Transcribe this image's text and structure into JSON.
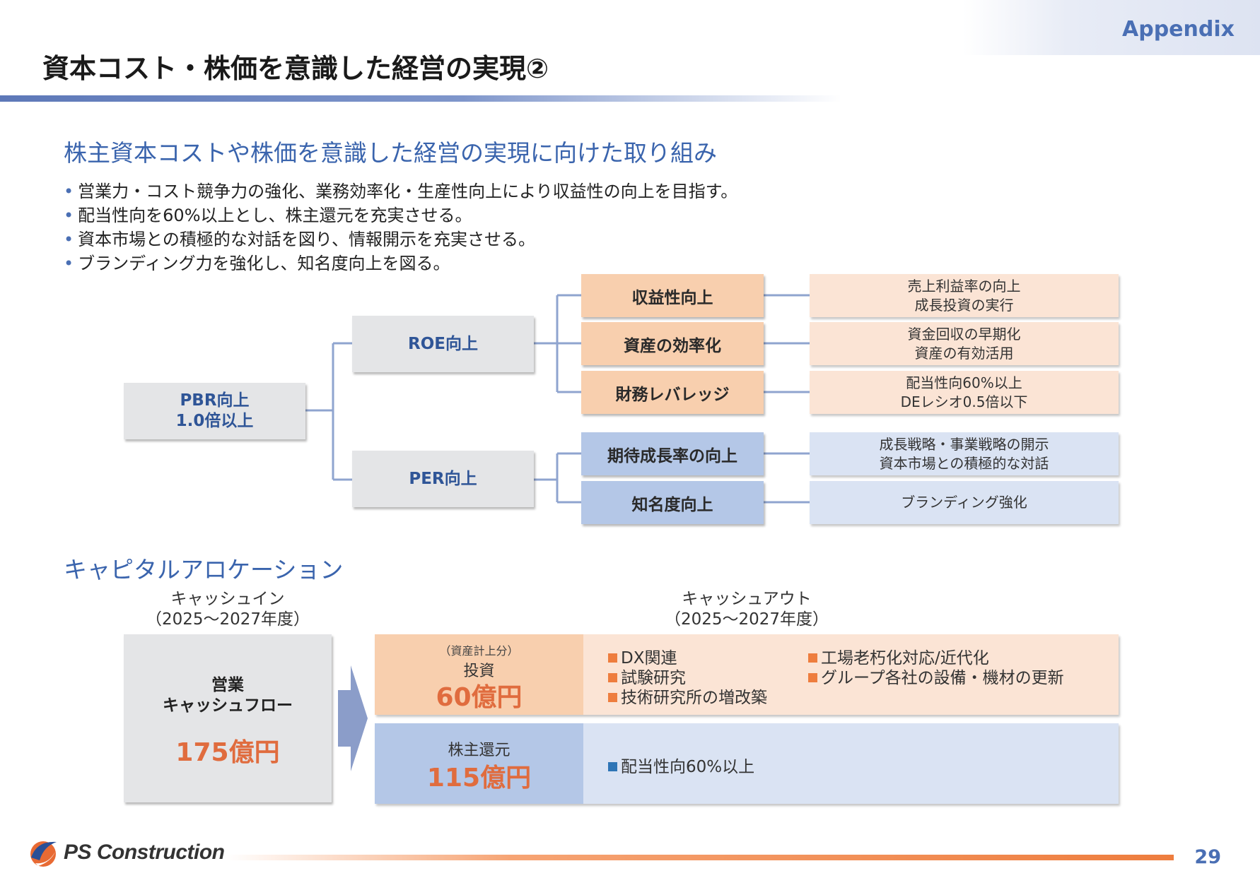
{
  "header": {
    "appendix": "Appendix",
    "title": "資本コスト・株価を意識した経営の実現②"
  },
  "section1": {
    "heading": "株主資本コストや株価を意識した経営の実現に向けた取り組み",
    "bullets": [
      "営業力・コスト競争力の強化、業務効率化・生産性向上により収益性の向上を目指す。",
      "配当性向を60%以上とし、株主還元を充実させる。",
      "資本市場との積極的な対話を図り、情報開示を充実させる。",
      "ブランディング力を強化し、知名度向上を図る。"
    ]
  },
  "tree": {
    "root": [
      "PBR向上",
      "1.0倍以上"
    ],
    "roe": "ROE向上",
    "per": "PER向上",
    "roe_items": [
      {
        "label": "収益性向上",
        "desc": [
          "売上利益率の向上",
          "成長投資の実行"
        ]
      },
      {
        "label": "資産の効率化",
        "desc": [
          "資金回収の早期化",
          "資産の有効活用"
        ]
      },
      {
        "label": "財務レバレッジ",
        "desc": [
          "配当性向60%以上",
          "DEレシオ0.5倍以下"
        ]
      }
    ],
    "per_items": [
      {
        "label": "期待成長率の向上",
        "desc": [
          "成長戦略・事業戦略の開示",
          "資本市場との積極的な対話"
        ]
      },
      {
        "label": "知名度向上",
        "desc": [
          "ブランディング強化"
        ]
      }
    ]
  },
  "section2": {
    "heading": "キャピタルアロケーション",
    "cash_in_label": [
      "キャッシュイン",
      "（2025～2027年度）"
    ],
    "cash_out_label": [
      "キャッシュアウト",
      "（2025～2027年度）"
    ],
    "cash_in": {
      "label": [
        "営業",
        "キャッシュフロー"
      ],
      "amount": "175億円"
    },
    "investment": {
      "note": "（資産計上分）",
      "label": "投資",
      "amount": "60億円",
      "items_col1": [
        "DX関連",
        "試験研究",
        "技術研究所の増改築"
      ],
      "items_col2": [
        "工場老朽化対応/近代化",
        "グループ各社の設備・機材の更新"
      ]
    },
    "shareholder": {
      "label": "株主還元",
      "amount": "115億円",
      "items": [
        "配当性向60%以上"
      ]
    }
  },
  "footer": {
    "company": "PS Construction",
    "page": "29"
  },
  "colors": {
    "accent_blue": "#4a6fb4",
    "amount_orange": "#e06c3e",
    "orange_square": "#ee7d3e",
    "blue_square": "#2e75b6"
  }
}
